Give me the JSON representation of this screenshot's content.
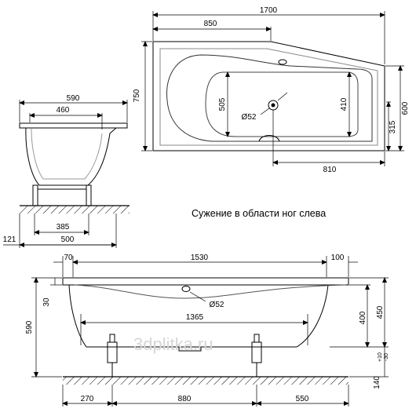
{
  "caption": "Сужение в области ног слева",
  "watermark": "3dplitka.ru",
  "top_view": {
    "overall_length": "1700",
    "head_width": "850",
    "overall_width": "750",
    "inner_length": "505",
    "drain_diameter": "Ø52",
    "inner_width": "410",
    "foot_width": "600",
    "foot_offset": "315",
    "drain_offset": "810"
  },
  "side_view": {
    "top_width": "590",
    "inner_width": "460",
    "support_width": "385",
    "base_width": "500",
    "base_offset": "121"
  },
  "front_view": {
    "left_rim": "70",
    "length": "1530",
    "right_rim": "100",
    "overflow_diameter": "Ø52",
    "rim_thickness": "30",
    "overall_height": "590",
    "bottom_length": "1365",
    "depth": "400",
    "body_height": "450",
    "leg_height": "140",
    "leg_tolerance_plus": "+10",
    "leg_tolerance_minus": "-30",
    "leg_left_offset": "270",
    "leg_spacing": "880",
    "leg_right_offset": "550"
  }
}
